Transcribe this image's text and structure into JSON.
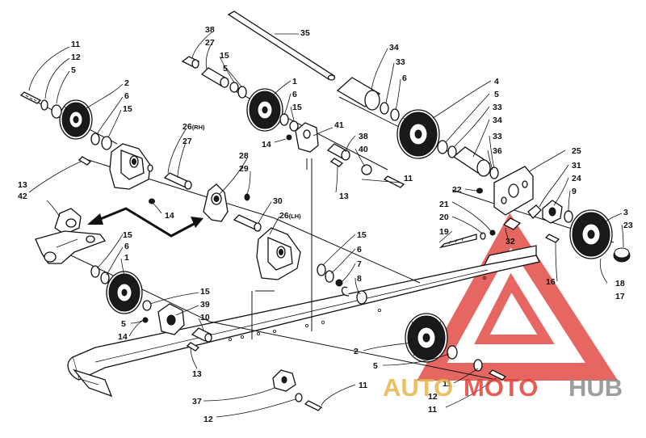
{
  "diagram": {
    "callouts": {
      "c1": "11",
      "c2": "12",
      "c3": "5",
      "c4": "2",
      "c5": "6",
      "c6": "15",
      "c7": "38",
      "c8": "27",
      "c9": "15",
      "c10": "5",
      "c11": "35",
      "c12": "1",
      "c13": "6",
      "c14": "15",
      "c15": "34",
      "c16": "33",
      "c17": "6",
      "c18": "4",
      "c19": "5",
      "c20": "33",
      "c21": "34",
      "c22": "33",
      "c23": "36",
      "c24": "25",
      "c25": "31",
      "c26": "24",
      "c27": "9",
      "c28": "22",
      "c29": "21",
      "c30": "20",
      "c31": "19",
      "c32": "32",
      "c33": "3",
      "c34": "23",
      "c35": "18",
      "c36": "17",
      "c37": "16",
      "c38": "26",
      "c39": "27",
      "c40": "41",
      "c41": "14",
      "c42": "38",
      "c43": "40",
      "c44": "11",
      "c45": "13",
      "c46": "13",
      "c47": "42",
      "c48": "14",
      "c49": "28",
      "c50": "29",
      "c51": "30",
      "c52": "26",
      "c53": "15",
      "c54": "6",
      "c55": "1",
      "c56": "15",
      "c57": "6",
      "c58": "7",
      "c59": "8",
      "c60": "15",
      "c61": "39",
      "c62": "10",
      "c63": "5",
      "c64": "14",
      "c65": "13",
      "c66": "37",
      "c67": "12",
      "c68": "11",
      "c69": "2",
      "c70": "5",
      "c71": "11",
      "c72": "12",
      "c73": "11"
    },
    "suffix_rh": "(RH)",
    "suffix_lh": "(LH)"
  },
  "watermark": {
    "part1": "AUTO",
    "part2": "MOTO",
    "part3": "HUB",
    "colors": {
      "red": "#e0413a",
      "gold": "#e8b44a",
      "gray": "#8e8e8e"
    }
  }
}
